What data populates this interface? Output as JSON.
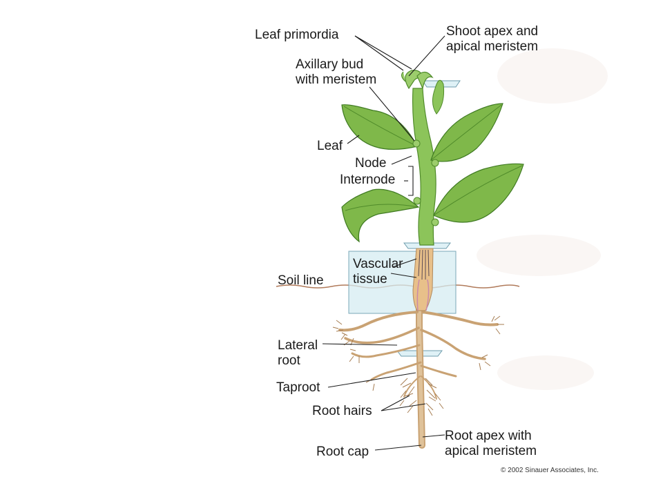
{
  "labels": {
    "leaf_primordia": "Leaf primordia",
    "shoot_apex_1": "Shoot apex and",
    "shoot_apex_2": "apical meristem",
    "axillary_1": "Axillary bud",
    "axillary_2": "with meristem",
    "leaf": "Leaf",
    "node": "Node",
    "internode": "Internode",
    "vascular_1": "Vascular",
    "vascular_2": "tissue",
    "soil_line": "Soil line",
    "lateral_1": "Lateral",
    "lateral_2": "root",
    "taproot": "Taproot",
    "root_hairs": "Root hairs",
    "root_cap": "Root cap",
    "root_apex_1": "Root apex with",
    "root_apex_2": "apical meristem"
  },
  "copyright": "© 2002 Sinauer Associates, Inc.",
  "colors": {
    "leaf": "#7fb84a",
    "leaf_dark": "#4f8a2a",
    "stem": "#8cc45a",
    "root": "#d8b48a",
    "root_dark": "#b08a5e",
    "soil_line": "#b07a5a",
    "section_box": "#d6ecf2",
    "vascular": "#c98aa8"
  }
}
